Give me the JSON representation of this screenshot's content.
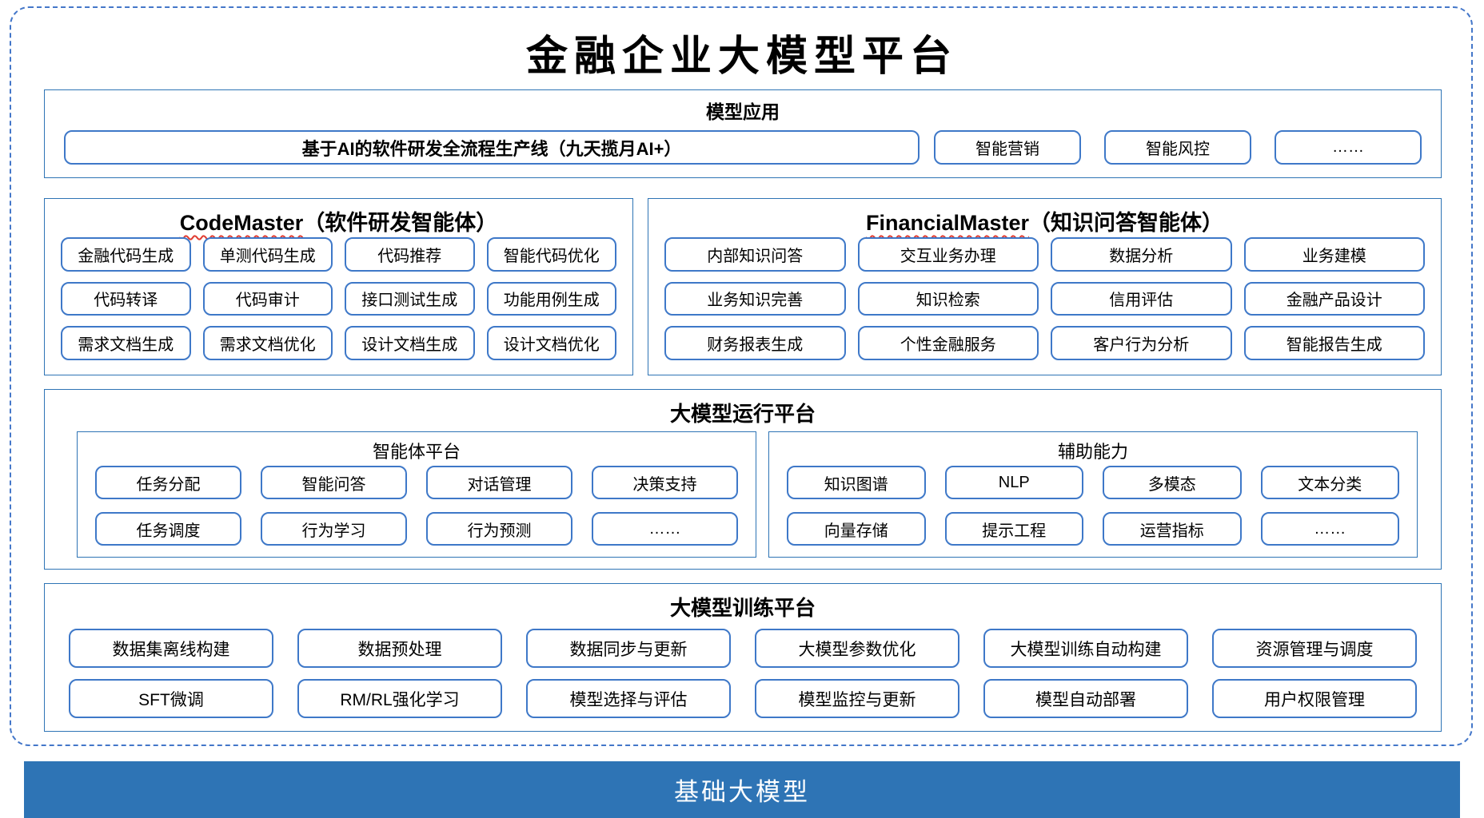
{
  "title": "金融企业大模型平台",
  "colors": {
    "box_border": "#2E74B5",
    "button_border": "#3E78C8",
    "dashed_frame": "#4477C9",
    "bottom_bar_bg": "#2E74B5",
    "spellcheck_wavy": "#E03C31"
  },
  "sections": {
    "model_app": {
      "header": "模型应用",
      "pipeline_button": "基于AI的软件研发全流程生产线（九天揽月AI+）",
      "buttons": [
        "智能营销",
        "智能风控",
        "……"
      ]
    },
    "code_master": {
      "header_en": "CodeMaster",
      "header_cn": "（软件研发智能体）",
      "buttons": [
        "金融代码生成",
        "单测代码生成",
        "代码推荐",
        "智能代码优化",
        "代码转译",
        "代码审计",
        "接口测试生成",
        "功能用例生成",
        "需求文档生成",
        "需求文档优化",
        "设计文档生成",
        "设计文档优化"
      ]
    },
    "financial_master": {
      "header_en": "FinancialMaster",
      "header_cn": "（知识问答智能体）",
      "buttons": [
        "内部知识问答",
        "交互业务办理",
        "数据分析",
        "业务建模",
        "业务知识完善",
        "知识检索",
        "信用评估",
        "金融产品设计",
        "财务报表生成",
        "个性金融服务",
        "客户行为分析",
        "智能报告生成"
      ]
    },
    "run_platform": {
      "header": "大模型运行平台",
      "agent_platform": {
        "title": "智能体平台",
        "buttons": [
          "任务分配",
          "智能问答",
          "对话管理",
          "决策支持",
          "任务调度",
          "行为学习",
          "行为预测",
          "……"
        ]
      },
      "aux_capability": {
        "title": "辅助能力",
        "buttons": [
          "知识图谱",
          "NLP",
          "多模态",
          "文本分类",
          "向量存储",
          "提示工程",
          "运营指标",
          "……"
        ]
      }
    },
    "train_platform": {
      "header": "大模型训练平台",
      "buttons": [
        "数据集离线构建",
        "数据预处理",
        "数据同步与更新",
        "大模型参数优化",
        "大模型训练自动构建",
        "资源管理与调度",
        "SFT微调",
        "RM/RL强化学习",
        "模型选择与评估",
        "模型监控与更新",
        "模型自动部署",
        "用户权限管理"
      ]
    },
    "base_bar": {
      "label": "基础大模型"
    }
  }
}
